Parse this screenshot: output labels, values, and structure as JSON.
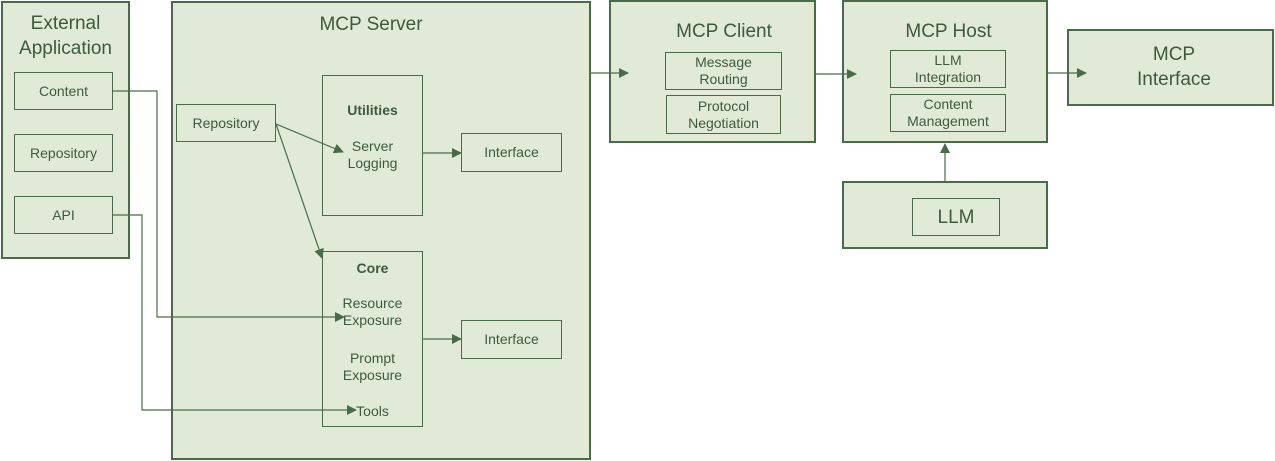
{
  "external_app": {
    "title": "External\nApplication",
    "content": "Content",
    "repository": "Repository",
    "api": "API"
  },
  "mcp_server": {
    "title": "MCP Server",
    "repository": "Repository",
    "utilities": {
      "heading": "Utilities",
      "text": "Server\nLogging"
    },
    "core": {
      "heading": "Core",
      "resource": "Resource\nExposure",
      "prompt": "Prompt\nExposure",
      "tools": "Tools"
    },
    "interface_top": "Interface",
    "interface_bottom": "Interface"
  },
  "mcp_client": {
    "title": "MCP Client",
    "message_routing": "Message\nRouting",
    "protocol_negotiation": "Protocol\nNegotiation"
  },
  "mcp_host": {
    "title": "MCP Host",
    "llm_integration": "LLM\nIntegration",
    "content_management": "Content\nManagement"
  },
  "llm": {
    "label": "LLM"
  },
  "mcp_interface": {
    "title": "MCP\nInterface"
  },
  "colors": {
    "fill": "#e1ead6",
    "stroke": "#4a6b4a",
    "text": "#3d5a3d"
  }
}
